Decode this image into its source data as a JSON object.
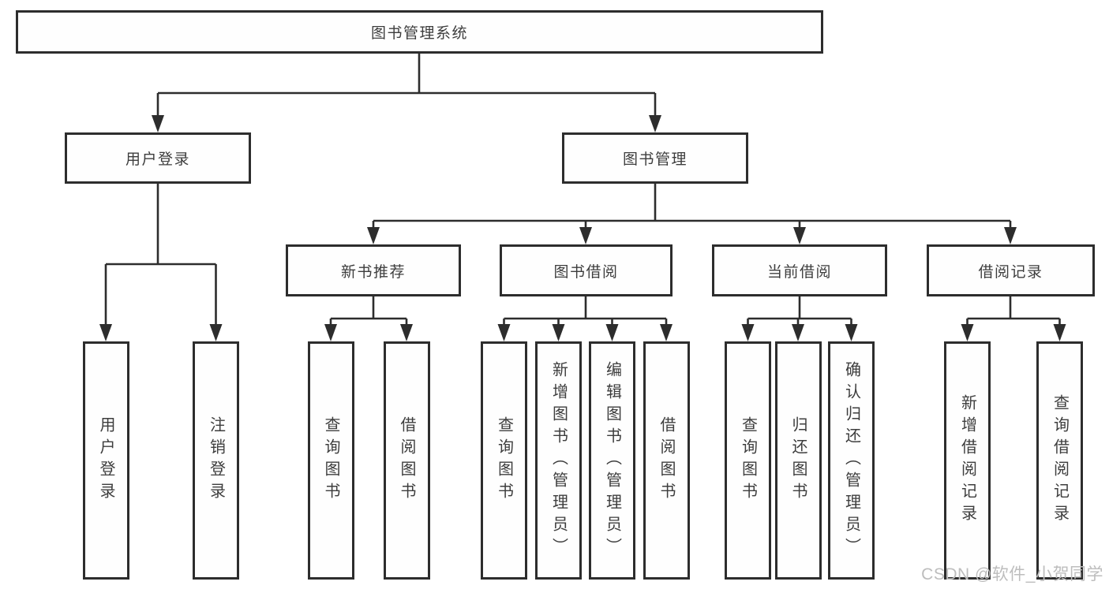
{
  "diagram_title": "图书管理系统",
  "tree": {
    "label": "图书管理系统",
    "children": [
      {
        "label": "用户登录",
        "children": [
          {
            "label": "用户登录"
          },
          {
            "label": "注销登录"
          }
        ]
      },
      {
        "label": "图书管理",
        "children": [
          {
            "label": "新书推荐",
            "children": [
              {
                "label": "查询图书"
              },
              {
                "label": "借阅图书"
              }
            ]
          },
          {
            "label": "图书借阅",
            "children": [
              {
                "label": "查询图书"
              },
              {
                "label": "新增图书（管理员）"
              },
              {
                "label": "编辑图书（管理员）"
              },
              {
                "label": "借阅图书"
              }
            ]
          },
          {
            "label": "当前借阅",
            "children": [
              {
                "label": "查询图书"
              },
              {
                "label": "归还图书"
              },
              {
                "label": "确认归还（管理员）"
              }
            ]
          },
          {
            "label": "借阅记录",
            "children": [
              {
                "label": "新增借阅记录"
              },
              {
                "label": "查询借阅记录"
              }
            ]
          }
        ]
      }
    ]
  },
  "watermark": {
    "text": "CSDN @软件_小贺同学"
  },
  "colors": {
    "line": "#2d2d2d",
    "box_border": "#2d2d2d",
    "text": "#3d3d3d",
    "watermark": "#bdbdbd",
    "background": "#ffffff"
  }
}
